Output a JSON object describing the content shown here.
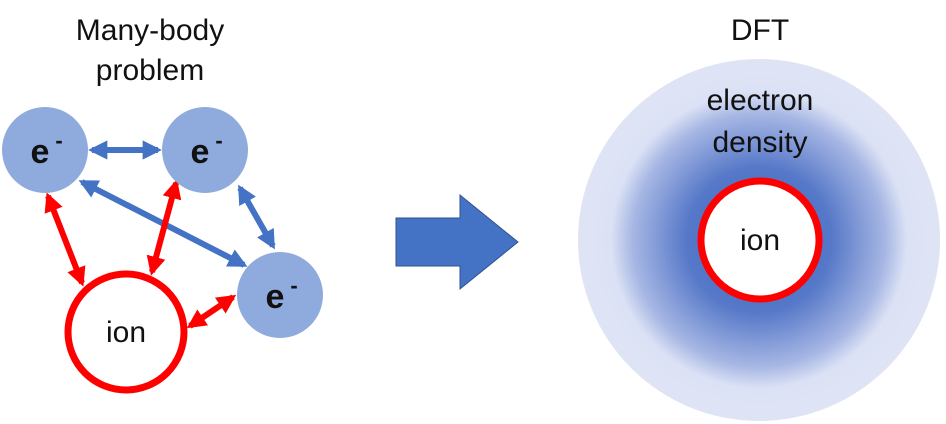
{
  "left_panel": {
    "title_line1": "Many-body",
    "title_line2": "problem",
    "electron_label": "e",
    "electron_charge": "-",
    "ion_label": "ion"
  },
  "right_panel": {
    "title": "DFT",
    "density_line1": "electron",
    "density_line2": "density",
    "ion_label": "ion"
  },
  "colors": {
    "electron": "#8faadc",
    "electron_arrow": "#4472c4",
    "ion": "#ff0000",
    "transition_arrow": "#4472c4",
    "density_core": "#4472c4",
    "density_outer": "#dde3f5"
  }
}
